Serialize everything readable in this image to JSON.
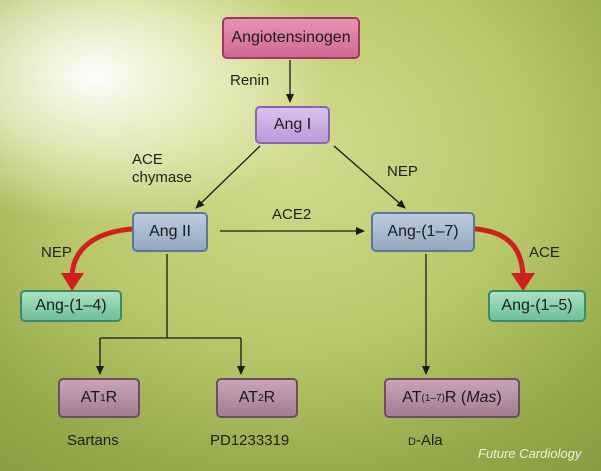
{
  "nodes": {
    "angiotensinogen": "Angiotensinogen",
    "ang1": "Ang I",
    "ang2": "Ang II",
    "ang17": "Ang-(1–7)",
    "ang14": "Ang-(1–4)",
    "ang15": "Ang-(1–5)",
    "at1r": {
      "main": "AT",
      "sub": "1",
      "end": "R"
    },
    "at2r": {
      "main": "AT",
      "sub": "2",
      "end": "R"
    },
    "atmas": {
      "main": "AT",
      "sub": "(1–7)",
      "end": "R (",
      "italic": "Mas",
      "close": ")"
    }
  },
  "enzymes": {
    "renin": "Renin",
    "ace_chymase": [
      "ACE",
      "chymase"
    ],
    "nep_top": "NEP",
    "ace2": "ACE2",
    "nep_left": "NEP",
    "ace_right": "ACE"
  },
  "antagonists": {
    "sartans": "Sartans",
    "pd": "PD1233319",
    "dala": {
      "prefix": "D",
      "rest": "-Ala"
    }
  },
  "watermark": "Future Cardiology",
  "colors": {
    "arrow": "#1a1a1a",
    "red_arrow": "#d0201c"
  }
}
